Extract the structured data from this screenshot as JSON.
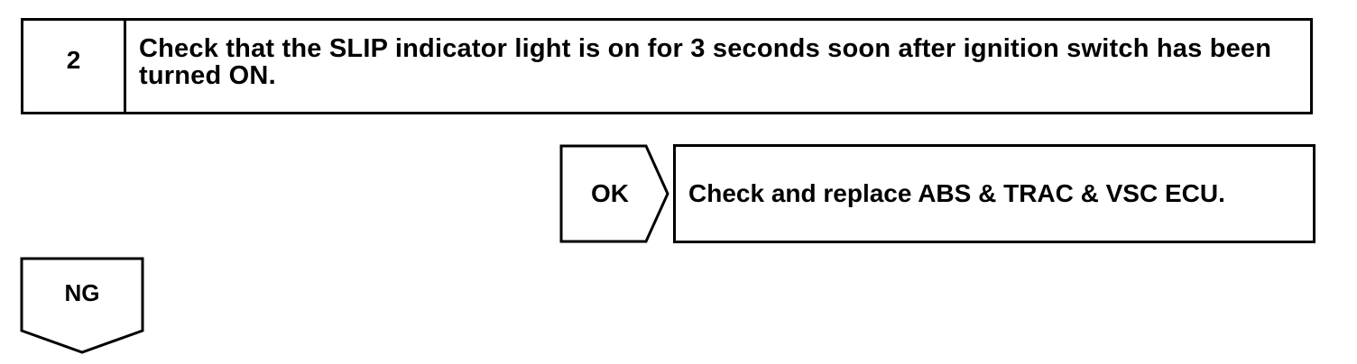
{
  "step": {
    "number": "2",
    "instruction": "Check that the SLIP indicator light is on for 3 seconds soon after ignition switch has been turned ON."
  },
  "ok_branch": {
    "label": "OK",
    "action": "Check and replace ABS & TRAC & VSC ECU."
  },
  "ng_branch": {
    "label": "NG"
  }
}
